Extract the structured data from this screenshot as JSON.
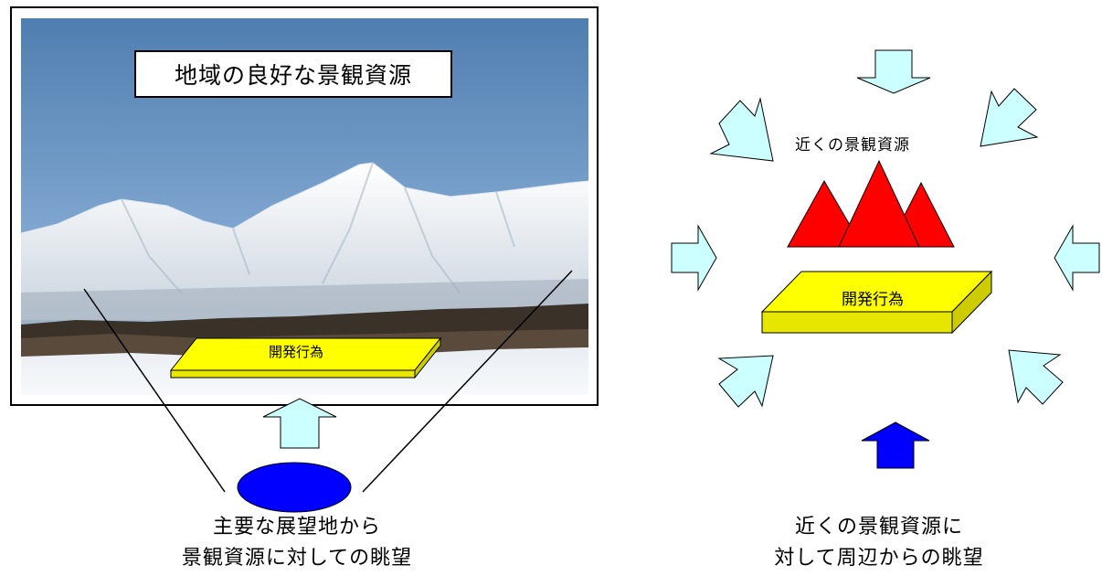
{
  "left_panel": {
    "title": "地域の良好な景観資源",
    "slab_label": "開発行為",
    "caption_line1": "主要な展望地から",
    "caption_line2": "景観資源に対しての眺望"
  },
  "right_panel": {
    "resource_label": "近くの景観資源",
    "slab_label": "開発行為",
    "caption_line1": "近くの景観資源に",
    "caption_line2": "対して周辺からの眺望"
  },
  "colors": {
    "arrow_light": "#ccffff",
    "arrow_dark": "#0000ff",
    "mountain_red": "#ff0000",
    "slab_yellow": "#ffff00",
    "viewpoint_blue": "#0000ff"
  }
}
